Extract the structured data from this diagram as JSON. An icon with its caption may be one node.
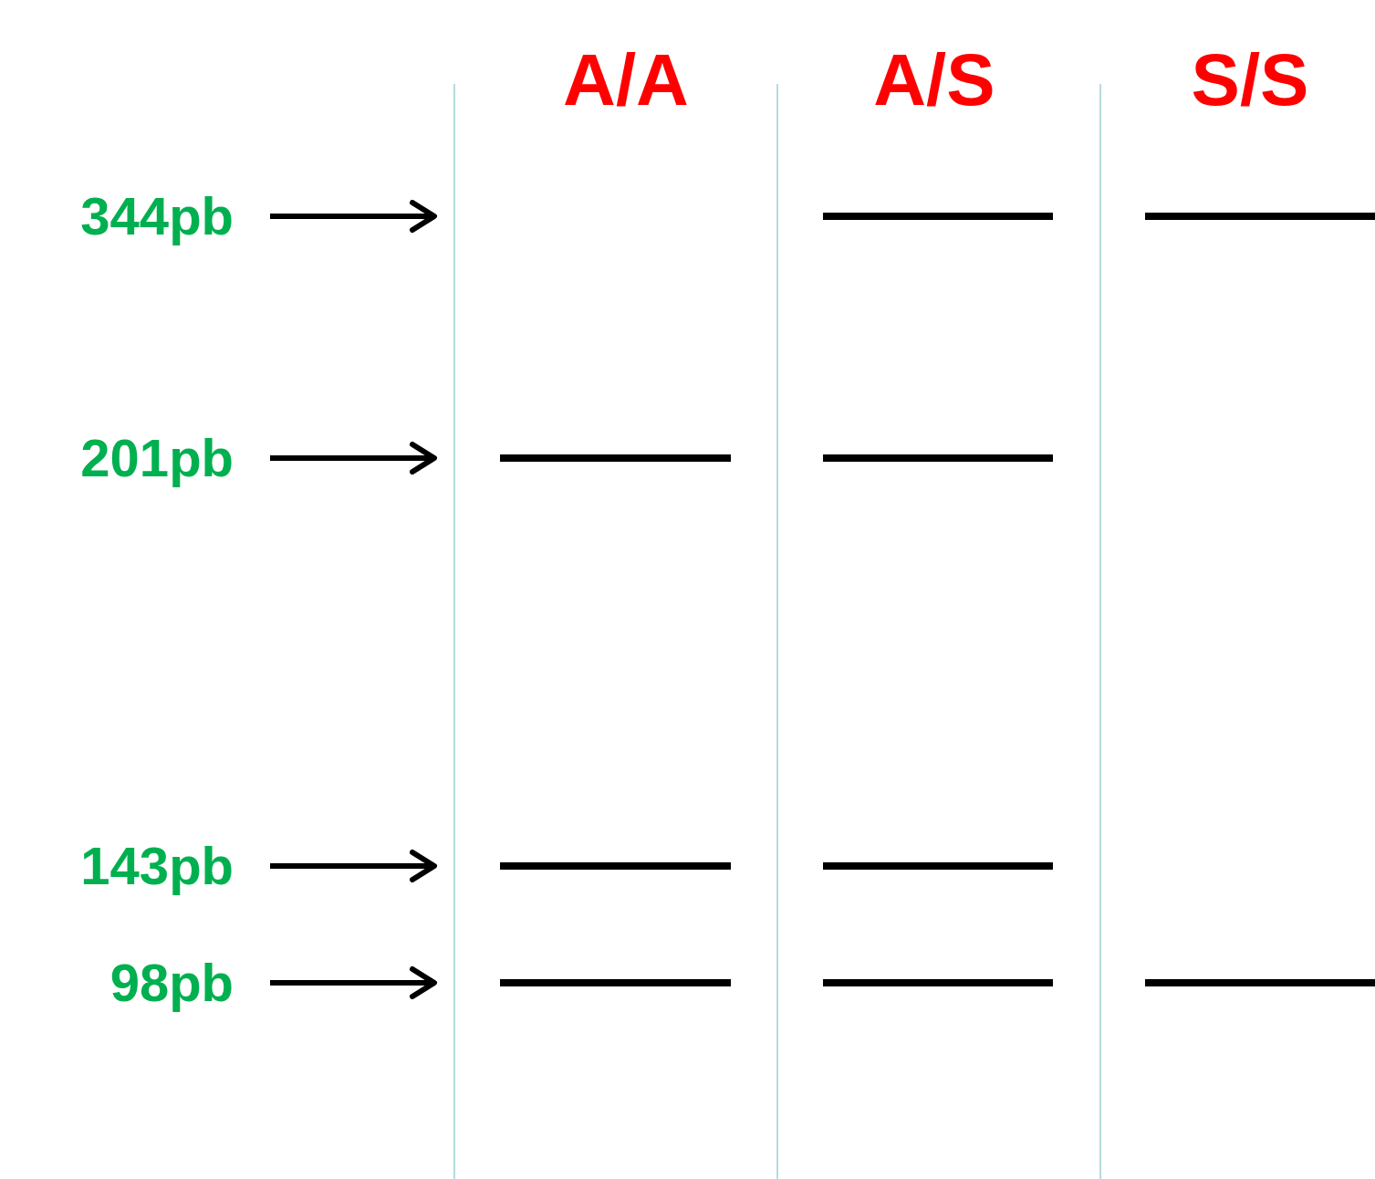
{
  "diagram": {
    "nodes": [
      {
        "text": [
          "344pb"
        ]
      },
      {
        "text": [
          "201pb"
        ]
      },
      {
        "text": [
          "143pb"
        ]
      },
      {
        "text": [
          "98pb"
        ]
      },
      {
        "text": [],
        "shape": "bar"
      },
      {
        "text": [],
        "shape": "bar"
      },
      {
        "text": [],
        "shape": "bar"
      },
      {
        "text": [],
        "shape": "bar"
      },
      {
        "text": [],
        "shape": "bar"
      },
      {
        "text": [],
        "shape": "bar"
      },
      {
        "text": [],
        "shape": "bar"
      },
      {
        "text": [],
        "shape": "bar"
      },
      {
        "text": [],
        "shape": "bar"
      }
    ],
    "edges": [
      {
        "from": 0,
        "to": null,
        "arrow": "to"
      },
      {
        "from": 1,
        "to": null,
        "arrow": "to"
      },
      {
        "from": 2,
        "to": null,
        "arrow": "to"
      },
      {
        "from": 3,
        "to": null,
        "arrow": "to"
      }
    ],
    "labels": [
      "A/A",
      "A/S",
      "S/S"
    ]
  }
}
